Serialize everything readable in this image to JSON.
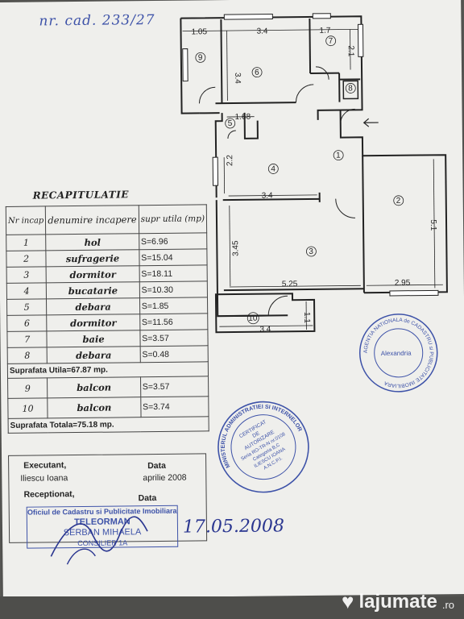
{
  "header_note": "nr. cad. 233/27",
  "plan": {
    "dims": {
      "d_1_05": "1.05",
      "d_3_4_top": "3.4",
      "d_1_7": "1.7",
      "d_2_1": "2.1",
      "d_3_4_left": "3.4",
      "d_1_68": "1.68",
      "d_2_2": "2.2",
      "d_3_4_mid": "3.4",
      "d_5_1": "5.1",
      "d_3_45": "3.45",
      "d_5_25": "5.25",
      "d_2_95": "2.95",
      "d_1_1": "1.1",
      "d_3_4_bottom": "3.4"
    },
    "room_numbers": [
      "1",
      "2",
      "3",
      "4",
      "5",
      "6",
      "7",
      "8",
      "9",
      "10"
    ]
  },
  "recap": {
    "title": "RECAPITULATIE",
    "head": {
      "nr": "Nr incap",
      "name": "denumire incapere",
      "area": "supr utila (mp)"
    },
    "rows": [
      {
        "nr": "1",
        "name": "hol",
        "area": "S=6.96"
      },
      {
        "nr": "2",
        "name": "sufragerie",
        "area": "S=15.04"
      },
      {
        "nr": "3",
        "name": "dormitor",
        "area": "S=18.11"
      },
      {
        "nr": "4",
        "name": "bucatarie",
        "area": "S=10.30"
      },
      {
        "nr": "5",
        "name": "debara",
        "area": "S=1.85"
      },
      {
        "nr": "6",
        "name": "dormitor",
        "area": "S=11.56"
      },
      {
        "nr": "7",
        "name": "baie",
        "area": "S=3.57"
      },
      {
        "nr": "8",
        "name": "debara",
        "area": "S=0.48"
      }
    ],
    "total_useful": "Suprafata Utila=67.87 mp.",
    "balconies": [
      {
        "nr": "9",
        "name": "balcon",
        "area": "S=3.57"
      },
      {
        "nr": "10",
        "name": "balcon",
        "area": "S=3.74"
      }
    ],
    "total": "Suprafata Totala=75.18 mp."
  },
  "footer": {
    "executant_label": "Executant,",
    "executant_name": "Iliescu Ioana",
    "data_label": "Data",
    "data_value": "aprilie 2008",
    "receptionat_label": "Receptionat,",
    "data2_label": "Data",
    "stamp_line1": "Oficiul de Cadastru si Publicitate Imobiliara",
    "stamp_line2": "TELEORMAN",
    "stamp_line3": "SERBAN MIHAELA",
    "stamp_line4": "CONSILIER 1A",
    "signed_date": "17.05.2008"
  },
  "round_stamp_right": {
    "center": "Alexandria",
    "ring": "AGENTIA NATIONALA de CADASTRU si PUBLICITATE IMOBILIARA"
  },
  "round_stamp_center": {
    "ring": "MINISTERUL ADMINISTRATIEI SI INTERNELOR",
    "lines": [
      "CERTIFICAT",
      "DE",
      "AUTORIZARE",
      "Seria RO-TR-N nr.0108",
      "Categoria B,C",
      "ILIESCU IOANA",
      "A.N.C.P.I."
    ]
  },
  "watermark": {
    "brand": "lajumate",
    "tld": ".ro"
  },
  "colors": {
    "paper": "#efefec",
    "ink": "#222222",
    "stamp_blue": "#3d52a8"
  }
}
